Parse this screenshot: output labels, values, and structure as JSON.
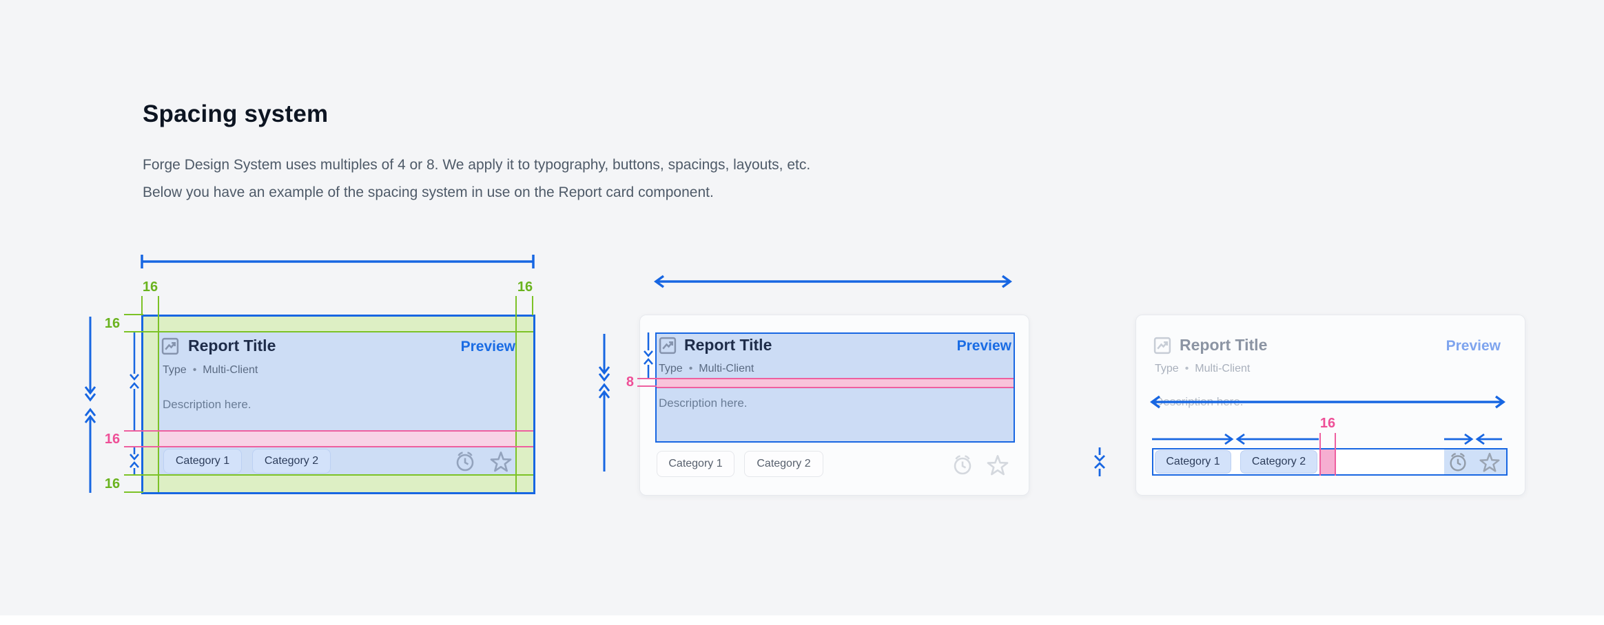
{
  "page": {
    "heading": "Spacing system",
    "intro_line_1": "Forge Design System uses multiples of 4 or 8. We apply it to typography, buttons, spacings, layouts, etc.",
    "intro_line_2": "Below you have an example of the spacing system in use on the Report card component."
  },
  "card": {
    "title": "Report Title",
    "preview_label": "Preview",
    "type_label": "Type",
    "meta_bullet": "•",
    "client_label": "Multi-Client",
    "description": "Description here.",
    "categories": [
      "Category 1",
      "Category 2"
    ]
  },
  "annotations": {
    "left": {
      "pad_left": "16",
      "pad_right": "16",
      "pad_top": "16",
      "content_gap": "16",
      "pad_bottom": "16"
    },
    "middle": {
      "header_gap": "8"
    },
    "right": {
      "chip_gap": "16"
    }
  },
  "colors": {
    "accent_blue": "#1766e2",
    "preview_blue": "#1a6ce4",
    "guide_green": "#7cc226",
    "guide_pink": "#ee5f9f",
    "highlight_blue_fill": "#cdddf5",
    "highlight_green_fill": "#ddefc4",
    "highlight_pink_fill": "#f8d3e6",
    "page_background": "#f4f5f7"
  }
}
